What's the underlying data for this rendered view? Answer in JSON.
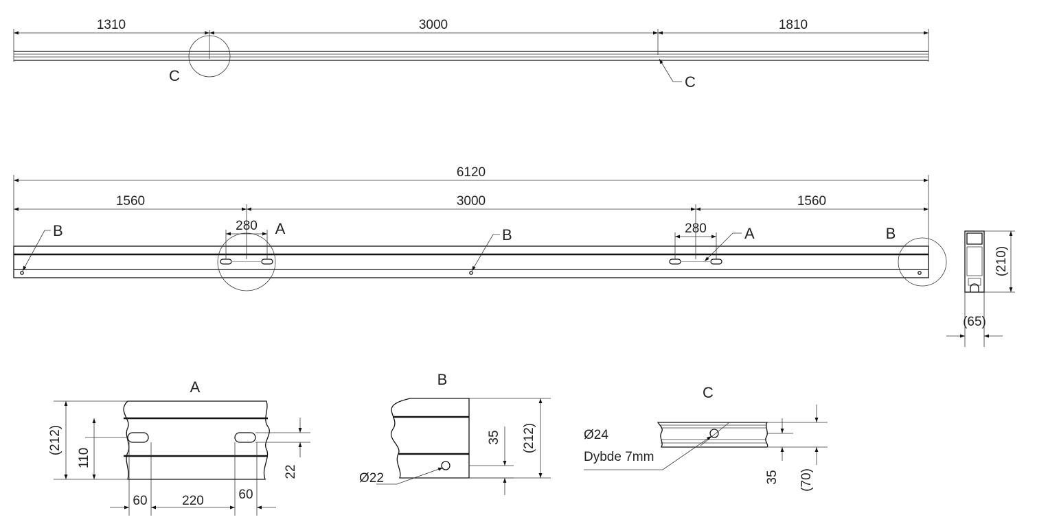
{
  "top_view": {
    "dim_left": "1310",
    "dim_mid": "3000",
    "dim_right": "1810",
    "callout_c_circle": "C",
    "callout_c_leader": "C"
  },
  "front_view": {
    "dim_total": "6120",
    "dim_left": "1560",
    "dim_mid": "3000",
    "dim_right": "1560",
    "dim_slot_left": "280",
    "dim_slot_right": "280",
    "callout_a_circle": "A",
    "callout_a_leader": "A",
    "callout_b_left": "B",
    "callout_b_mid": "B",
    "callout_b_right": "B"
  },
  "section_view": {
    "dim_height": "(210)",
    "dim_width": "(65)"
  },
  "detail_a": {
    "title": "A",
    "dim_height": "(212)",
    "dim_110": "110",
    "dim_22": "22",
    "dim_60_left": "60",
    "dim_220": "220",
    "dim_60_right": "60"
  },
  "detail_b": {
    "title": "B",
    "dim_35": "35",
    "dim_height": "(212)",
    "dim_dia": "Ø22"
  },
  "detail_c": {
    "title": "C",
    "dim_dia": "Ø24",
    "depth_note": "Dybde 7mm",
    "dim_35": "35",
    "dim_70": "(70)"
  }
}
